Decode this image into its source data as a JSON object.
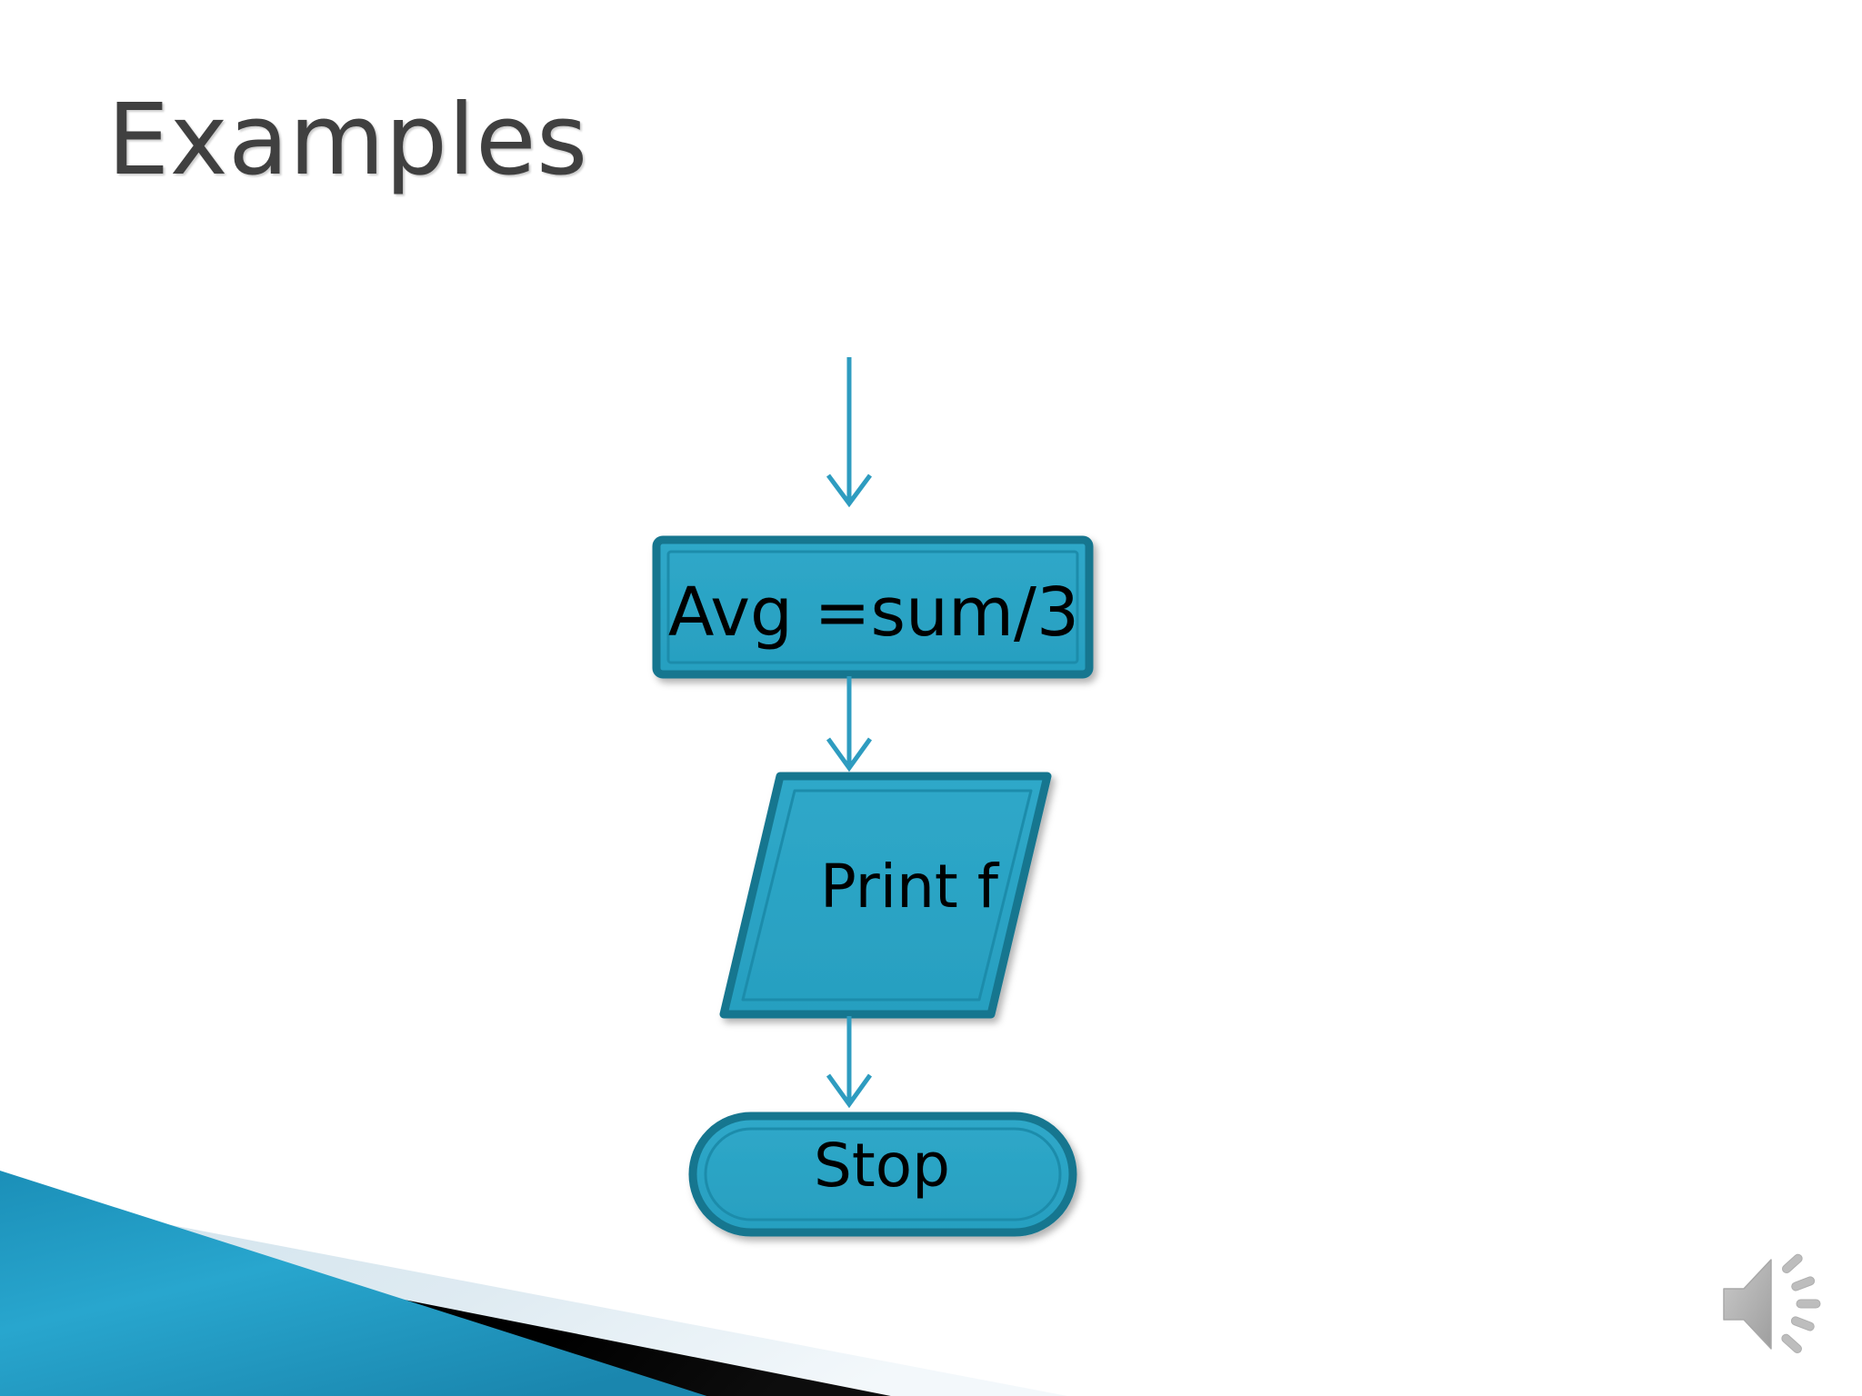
{
  "slide": {
    "title": "Examples",
    "background_color": "#ffffff",
    "title_color": "#404040"
  },
  "theme": {
    "shape_fill": "#2BA3C4",
    "shape_border": "#17768F",
    "shape_inner_line": "#1E8CAB",
    "connector_color": "#2E9CC0",
    "text_color": "#000000",
    "decor_teal": "#1FA0C6",
    "decor_black": "#000000",
    "decor_pale": "#DCE9F0",
    "icon_gray": "#B0B0B0"
  },
  "flowchart": {
    "type": "flowchart",
    "orientation": "top-to-bottom",
    "nodes": [
      {
        "id": "process-avg",
        "shape": "rectangle",
        "label": "Avg =sum/3",
        "meaning": "process"
      },
      {
        "id": "output-print",
        "shape": "parallelogram",
        "label": "Print f",
        "meaning": "input-output"
      },
      {
        "id": "terminator-stop",
        "shape": "stadium",
        "label": "Stop",
        "meaning": "terminator"
      }
    ],
    "connectors": [
      {
        "id": "arrow-into-process",
        "from": "(off-slide above)",
        "to": "process-avg",
        "style": "arrow-down"
      },
      {
        "id": "arrow-process-to-output",
        "from": "process-avg",
        "to": "output-print",
        "style": "arrow-down"
      },
      {
        "id": "arrow-output-to-terminator",
        "from": "output-print",
        "to": "terminator-stop",
        "style": "arrow-down"
      }
    ]
  },
  "media": {
    "audio_icon_name": "speaker-icon",
    "audio_icon_label": "Audio"
  }
}
